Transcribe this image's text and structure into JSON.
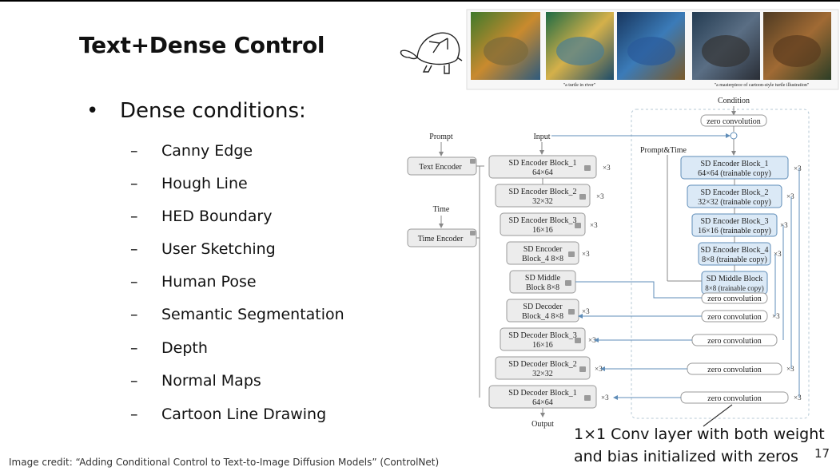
{
  "slide": {
    "title": "Text+Dense Control",
    "bullet": "Dense conditions:",
    "bullet_marker": "•",
    "sub_marker": "–",
    "items": [
      "Canny Edge",
      "Hough Line",
      "HED Boundary",
      "User Sketching",
      "Human Pose",
      "Semantic Segmentation",
      "Depth",
      "Normal Maps",
      "Cartoon Line Drawing"
    ],
    "credit": "Image credit: “Adding Conditional Control to Text-to-Image Diffusion Models” (ControlNet)",
    "callout_line1": "1×1 Conv layer with both weight",
    "callout_line2": "and bias initialized with zeros",
    "page_number": "17"
  },
  "images": {
    "caption_1": "\"a turtle in river\"",
    "caption_2": "\"a masterpiece of cartoon-style turtle illustration\""
  },
  "diagram": {
    "prompt": "Prompt",
    "time": "Time",
    "input": "Input",
    "output": "Output",
    "condition": "Condition",
    "prompt_time": "Prompt&Time",
    "text_encoder": "Text Encoder",
    "time_encoder": "Time Encoder",
    "zero_conv": "zero convolution",
    "x3": "×3",
    "enc1_a": "SD Encoder Block_1",
    "enc1_b": "64×64",
    "enc2_a": "SD Encoder Block_2",
    "enc2_b": "32×32",
    "enc3_a": "SD Encoder Block_3",
    "enc3_b": "16×16",
    "enc4_a": "SD Encoder",
    "enc4_b": "Block_4 8×8",
    "mid_a": "SD Middle",
    "mid_b": "Block 8×8",
    "dec4_a": "SD Decoder",
    "dec4_b": "Block_4 8×8",
    "dec3_a": "SD Decoder Block_3",
    "dec3_b": "16×16",
    "dec2_a": "SD Decoder Block_2",
    "dec2_b": "32×32",
    "dec1_a": "SD Decoder Block_1",
    "dec1_b": "64×64",
    "c1_a": "SD Encoder Block_1",
    "c1_b": "64×64 (trainable copy)",
    "c2_a": "SD Encoder Block_2",
    "c2_b": "32×32 (trainable copy)",
    "c3_a": "SD Encoder Block_3",
    "c3_b": "16×16 (trainable copy)",
    "c4_a": "SD Encoder Block_4",
    "c4_b": "8×8 (trainable copy)",
    "cm_a": "SD Middle Block",
    "cm_b": "8×8 (trainable copy)"
  },
  "colors": {
    "trainable_fill": "#dbe9f6",
    "trainable_stroke": "#5f8db8",
    "locked_fill": "#ececec"
  }
}
